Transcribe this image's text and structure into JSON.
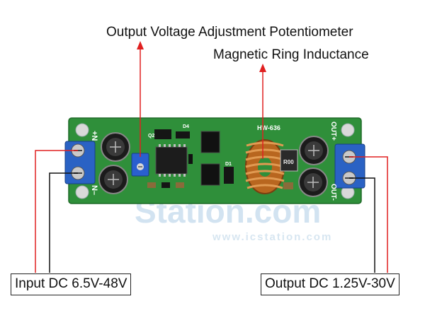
{
  "annotations": {
    "potentiometer": "Output Voltage Adjustment Potentiometer",
    "inductor": "Magnetic Ring Inductance",
    "input": "Input DC 6.5V-48V",
    "output": "Output DC 1.25V-30V"
  },
  "board": {
    "model": "HW-636",
    "in_plus": "+N",
    "in_minus": "N–",
    "out_plus": "OUT+",
    "out_minus": "OUT-",
    "resistor": "R00",
    "ref_q2": "Q2",
    "ref_d4": "D4",
    "ref_d1": "D1"
  },
  "watermark": {
    "brand": "Station.com",
    "url": "www.icstation.com"
  },
  "colors": {
    "pcb": "#2f8f3a",
    "terminal": "#2a62c4",
    "arrow": "#e02020",
    "copper": "#c8742a"
  }
}
